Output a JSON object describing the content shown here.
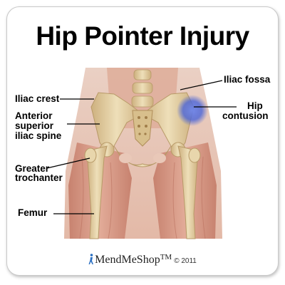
{
  "title": "Hip Pointer Injury",
  "labels": {
    "iliac_crest": "Iliac crest",
    "asis_line1": "Anterior",
    "asis_line2": "superior",
    "asis_line3": "iliac spine",
    "greater_line1": "Greater",
    "greater_line2": "trochanter",
    "femur": "Femur",
    "iliac_fossa": "Iliac fossa",
    "hip_line1": "Hip",
    "hip_line2": "contusion"
  },
  "footer": {
    "brand": "MendMeShop",
    "trademark": "TM",
    "copyright": "© 2011"
  },
  "colors": {
    "muscle": "#d9a08f",
    "bone": "#e6d3a8",
    "contusion": "#3f5fd6"
  }
}
